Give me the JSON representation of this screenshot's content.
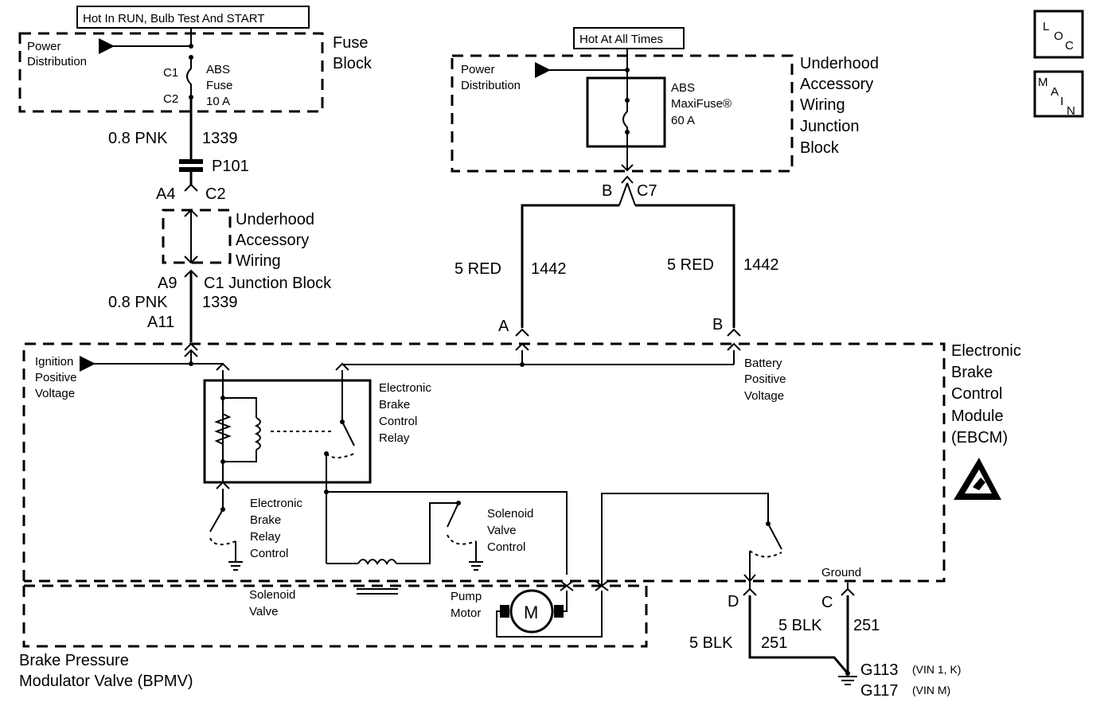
{
  "top_labels": {
    "run_hot": "Hot In RUN, Bulb Test And START",
    "always_hot": "Hot At All Times"
  },
  "fuse_block": {
    "title_1": "Fuse",
    "title_2": "Block",
    "power_dist_1": "Power",
    "power_dist_2": "Distribution",
    "c1": "C1",
    "c2": "C2",
    "fuse_1": "ABS",
    "fuse_2": "Fuse",
    "fuse_3": "10 A"
  },
  "left_circuit": {
    "wire_top_size": "0.8 PNK",
    "wire_top_num": "1339",
    "splice": "P101",
    "a4": "A4",
    "c2": "C2",
    "ua_1": "Underhood",
    "ua_2": "Accessory",
    "ua_3": "Wiring",
    "a9": "A9",
    "c1_junction": "C1 Junction Block",
    "wire_bot_size": "0.8 PNK",
    "wire_bot_num": "1339",
    "a11": "A11"
  },
  "underhood_box": {
    "power_dist_1": "Power",
    "power_dist_2": "Distribution",
    "maxi_1": "ABS",
    "maxi_2": "MaxiFuse®",
    "maxi_3": "60 A",
    "title_1": "Underhood",
    "title_2": "Accessory",
    "title_3": "Wiring",
    "title_4": "Junction",
    "title_5": "Block",
    "conn_b": "B",
    "conn_c7": "C7"
  },
  "battery_wires": {
    "left_size": "5 RED",
    "left_num": "1442",
    "right_size": "5 RED",
    "right_num": "1442",
    "pin_a": "A",
    "pin_b": "B"
  },
  "ebcm": {
    "title_1": "Electronic",
    "title_2": "Brake",
    "title_3": "Control",
    "title_4": "Module",
    "title_5": "(EBCM)",
    "ign_1": "Ignition",
    "ign_2": "Positive",
    "ign_3": "Voltage",
    "bat_1": "Battery",
    "bat_2": "Positive",
    "bat_3": "Voltage",
    "relay_1": "Electronic",
    "relay_2": "Brake",
    "relay_3": "Control",
    "relay_4": "Relay",
    "rc_1": "Electronic",
    "rc_2": "Brake",
    "rc_3": "Relay",
    "rc_4": "Control",
    "sv_1": "Solenoid",
    "sv_2": "Valve",
    "sv_3": "Control",
    "ground": "Ground"
  },
  "bpmv": {
    "title_1": "Brake Pressure",
    "title_2": "Modulator Valve (BPMV)",
    "solenoid_1": "Solenoid",
    "solenoid_2": "Valve",
    "pump_1": "Pump",
    "pump_2": "Motor",
    "motor_symbol": "M"
  },
  "ground_circuit": {
    "pin_d": "D",
    "pin_c": "C",
    "right_size": "5 BLK",
    "right_num": "251",
    "left_size": "5 BLK",
    "left_num": "251",
    "g113": "G113",
    "g113_note": "(VIN 1, K)",
    "g117": "G117",
    "g117_note": "(VIN M)"
  },
  "nav": {
    "loc_1": "L",
    "loc_2": "O",
    "loc_3": "C",
    "main_1": "M",
    "main_2": "A",
    "main_3": "I",
    "main_4": "N"
  },
  "icons": {
    "esd": "esd-warning-icon",
    "ground": "ground-icon"
  }
}
